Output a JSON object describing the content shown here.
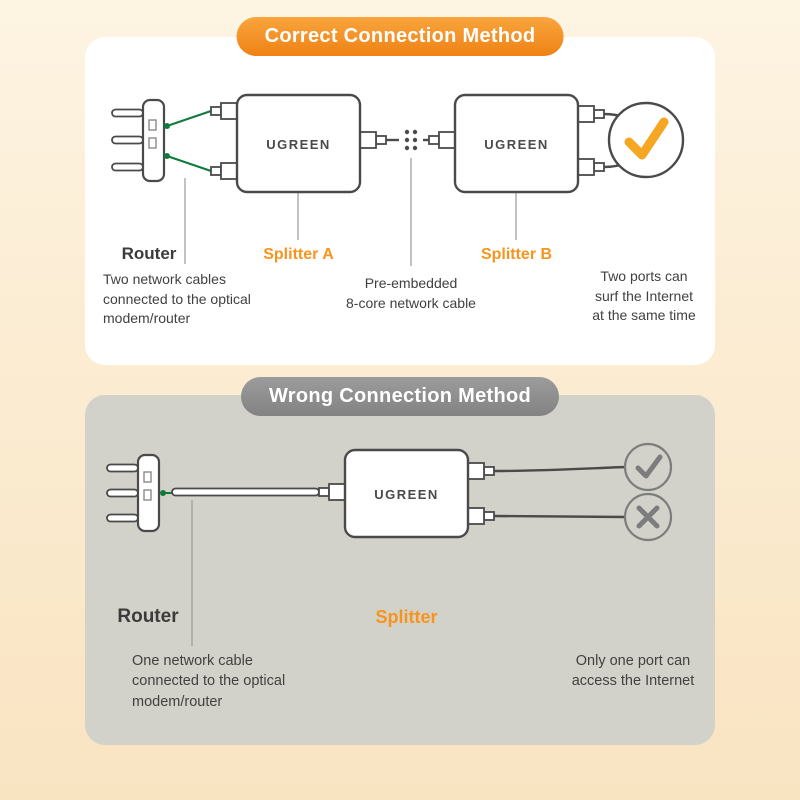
{
  "correct": {
    "banner": "Correct Connection Method",
    "brand": "UGREEN",
    "router_label": "Router",
    "splitter_a_label": "Splitter A",
    "splitter_b_label": "Splitter B",
    "note_cables": "Two network cables\nconnected to the optical\nmodem/router",
    "note_precable": "Pre-embedded\n8-core network cable",
    "note_ports": "Two ports can\nsurf the Internet\nat the same time"
  },
  "wrong": {
    "banner": "Wrong Connection Method",
    "brand": "UGREEN",
    "router_label": "Router",
    "splitter_label": "Splitter",
    "note_cable": "One network cable\nconnected to the optical\nmodem/router",
    "note_port": "Only one port can\naccess the Internet"
  },
  "icons": {
    "success_check": "orange-checkmark",
    "ok_check": "gray-checkmark",
    "fail_cross": "gray-cross"
  },
  "colors": {
    "accent_orange": "#f7941e",
    "check_orange": "#f5a623",
    "cable_green": "#0e7b3d",
    "banner_gray": "#8f8f8f",
    "wrong_panel": "#d3d2ca"
  }
}
